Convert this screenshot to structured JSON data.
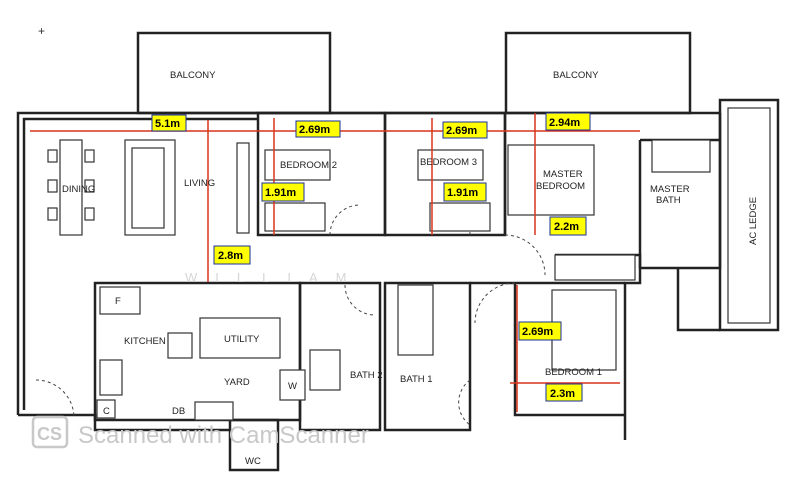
{
  "plan": {
    "rooms": {
      "balcony_left": "BALCONY",
      "balcony_right": "BALCONY",
      "dining": "DINING",
      "living": "LIVING",
      "bedroom2": "BEDROOM 2",
      "bedroom3": "BEDROOM 3",
      "master_bedroom_1": "MASTER",
      "master_bedroom_2": "BEDROOM",
      "master_bath_1": "MASTER",
      "master_bath_2": "BATH",
      "ac_ledge": "AC LEDGE",
      "kitchen": "KITCHEN",
      "fridge": "F",
      "utility": "UTILITY",
      "yard": "YARD",
      "washer": "W",
      "bath2": "BATH 2",
      "bath1": "BATH 1",
      "bedroom1": "BEDROOM 1",
      "cabinet": "C",
      "db": "DB",
      "wc": "WC"
    },
    "dimensions": {
      "living_width": "5.1m",
      "bedroom2_width": "2.69m",
      "bedroom2_depth": "1.91m",
      "bedroom3_width": "2.69m",
      "bedroom3_depth": "1.91m",
      "master_width": "2.94m",
      "master_depth": "2.2m",
      "living_depth": "2.8m",
      "bedroom1_depth": "2.69m",
      "bedroom1_width": "2.3m"
    },
    "watermark": "WILLIAM",
    "scanner_badge": "CS",
    "scanner_text": "Scanned with CamScanner",
    "corner_mark": "+"
  }
}
